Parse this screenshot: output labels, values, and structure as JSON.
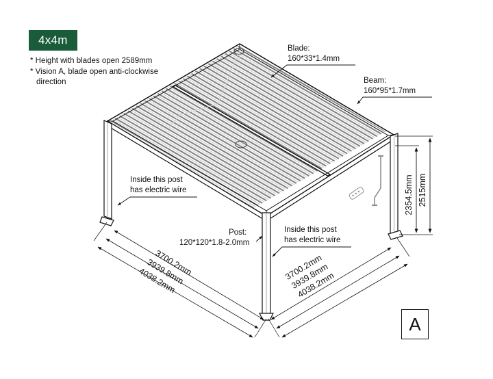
{
  "badge": {
    "label": "4x4m"
  },
  "notes": [
    "* Height with blades open 2589mm",
    "* Vision A, blade open anti-clockwise",
    "direction"
  ],
  "labels": {
    "blade": {
      "title": "Blade:",
      "spec": "160*33*1.4mm"
    },
    "beam": {
      "title": "Beam:",
      "spec": "160*95*1.7mm"
    },
    "post": {
      "title": "Post:",
      "spec": "120*120*1.8-2.0mm"
    },
    "wire_left": {
      "line1": "Inside this post",
      "line2": "has electric wire"
    },
    "wire_right": {
      "line1": "Inside this post",
      "line2": "has electric wire"
    }
  },
  "dimensions": {
    "left_side": [
      "3700.2mm",
      "3939.8mm",
      "4038.2mm"
    ],
    "right_side": [
      "3700.2mm",
      "3939.8mm",
      "4038.2mm"
    ],
    "height_inner": "2354.5mm",
    "height_outer": "2515mm"
  },
  "view_marker": {
    "label": "A"
  },
  "colors": {
    "badge_green": "#1a5c3a",
    "line": "#111111",
    "blade_gray": "#808080",
    "thin_gray": "#9a9a9a",
    "background": "#ffffff"
  }
}
